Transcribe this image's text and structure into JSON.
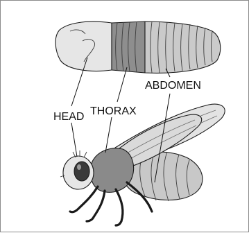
{
  "labels": {
    "head": "HEAD",
    "thorax": "THORAX",
    "abdomen": "ABDOMEN"
  },
  "colors": {
    "outline": "#1a1a1a",
    "head_fill": "#e4e4e4",
    "thorax_fill": "#8e8e8e",
    "abdomen_fill": "#c8c8c8",
    "wing_fill": "#dcdcdc",
    "eye_fill": "#3a3a3a"
  }
}
